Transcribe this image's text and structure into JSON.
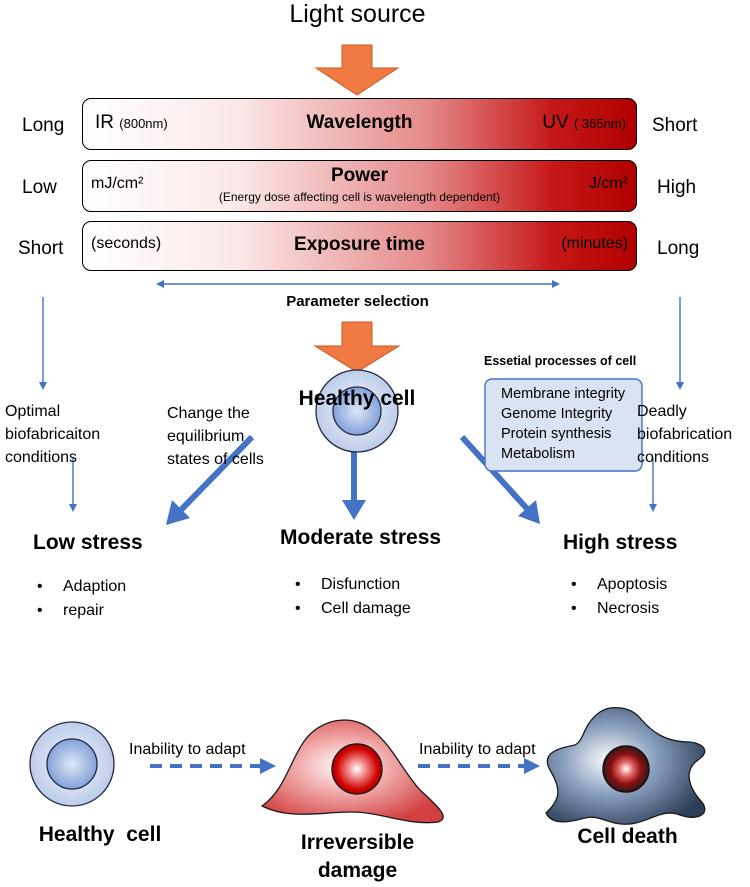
{
  "light_source": "Light source",
  "bars": {
    "wavelength": {
      "left_side": "Long",
      "right_side": "Short",
      "left_main": "IR",
      "left_unit": "(800nm)",
      "title": "Wavelength",
      "right_main": "UV",
      "right_unit": "( 365nm)"
    },
    "power": {
      "left_side": "Low",
      "right_side": "High",
      "left_text": "mJ/cm²",
      "title": "Power",
      "subtitle": "(Energy dose affecting cell is wavelength dependent)",
      "right_text": "J/cm²"
    },
    "exposure": {
      "left_side": "Short",
      "right_side": "Long",
      "left_text": "(seconds)",
      "title": "Exposure time",
      "right_text": "(minutes)"
    }
  },
  "parameter_selection": "Parameter selection",
  "healthy_cell_top": "Healthy cell",
  "essential": {
    "title": "Essetial processes of cell",
    "items": [
      "Membrane integrity",
      "Genome Integrity",
      "Protein synthesis",
      "Metabolism"
    ]
  },
  "left_note": [
    "Optimal",
    "biofabricaiton",
    "conditions"
  ],
  "middle_note": [
    "Change the",
    "equilibrium",
    "states of cells"
  ],
  "right_note": [
    "Deadly",
    "biofabrication",
    "conditions"
  ],
  "stress": [
    {
      "title": "Low stress",
      "bullets": [
        "Adaption",
        "repair"
      ]
    },
    {
      "title": "Moderate stress",
      "bullets": [
        "Disfunction",
        "Cell damage"
      ]
    },
    {
      "title": "High stress",
      "bullets": [
        "Apoptosis",
        "Necrosis"
      ]
    }
  ],
  "transition_label": "Inability to adapt",
  "bottom": {
    "healthy": "Healthy  cell",
    "damage_line1": "Irreversible",
    "damage_line2": "damage",
    "death": "Cell death"
  },
  "colors": {
    "orange_arrow": "#f07a41",
    "blue_arrow": "#4472c4",
    "bar_red": "#b10000",
    "box_fill": "#dae3f3"
  }
}
